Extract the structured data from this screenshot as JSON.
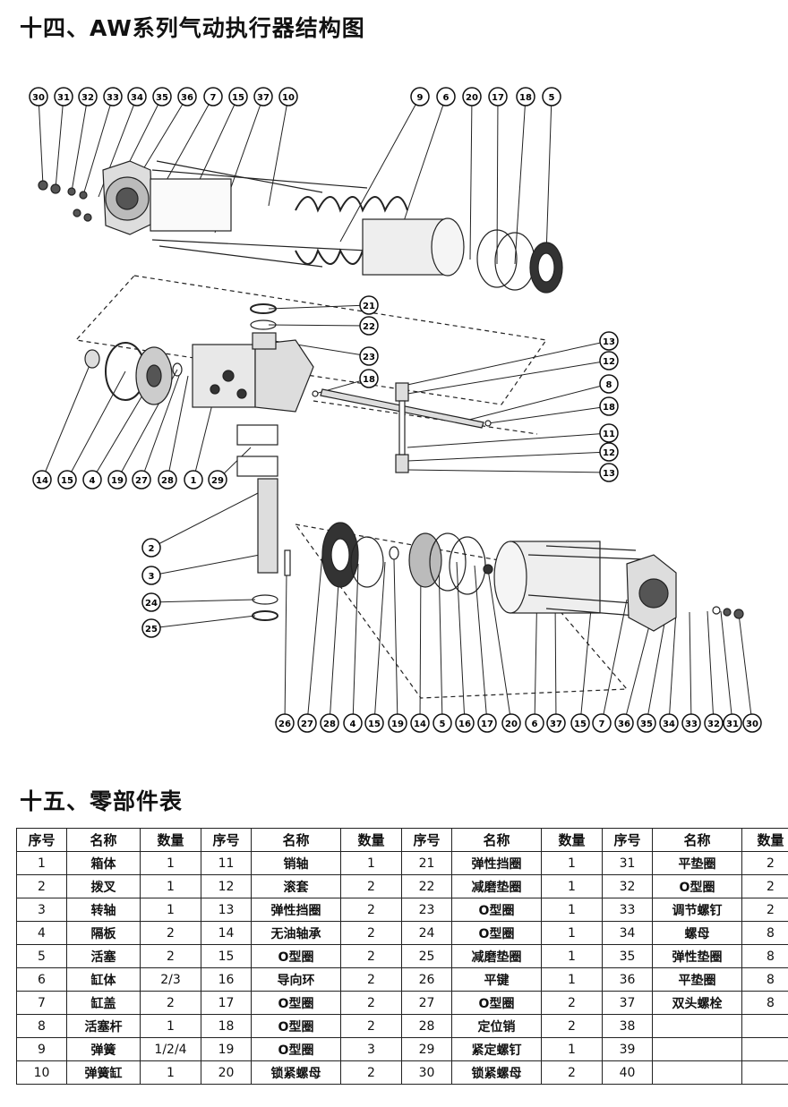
{
  "section14_title": "十四、AW系列气动执行器结构图",
  "section15_title": "十五、零部件表",
  "diagram": {
    "callouts_top": [
      "30",
      "31",
      "32",
      "33",
      "34",
      "35",
      "36",
      "7",
      "15",
      "37",
      "10",
      "9",
      "6",
      "20",
      "17",
      "18",
      "5"
    ],
    "callouts_right": [
      "21",
      "22",
      "23",
      "18",
      "13",
      "12",
      "8",
      "18",
      "11",
      "12",
      "13"
    ],
    "callouts_left_bottom": [
      "14",
      "15",
      "4",
      "19",
      "27",
      "28",
      "1",
      "29"
    ],
    "callouts_left_column": [
      "2",
      "3",
      "24",
      "25"
    ],
    "callouts_bottom": [
      "26",
      "27",
      "28",
      "4",
      "15",
      "19",
      "14",
      "5",
      "16",
      "17",
      "20",
      "6",
      "37",
      "15",
      "7",
      "36",
      "35",
      "34",
      "33",
      "32",
      "31",
      "30"
    ]
  },
  "parts_table": {
    "headers": [
      "序号",
      "名称",
      "数量",
      "序号",
      "名称",
      "数量",
      "序号",
      "名称",
      "数量",
      "序号",
      "名称",
      "数量"
    ],
    "rows": [
      [
        "1",
        "箱体",
        "1",
        "11",
        "销轴",
        "1",
        "21",
        "弹性挡圈",
        "1",
        "31",
        "平垫圈",
        "2"
      ],
      [
        "2",
        "拨叉",
        "1",
        "12",
        "滚套",
        "2",
        "22",
        "减磨垫圈",
        "1",
        "32",
        "O型圈",
        "2"
      ],
      [
        "3",
        "转轴",
        "1",
        "13",
        "弹性挡圈",
        "2",
        "23",
        "O型圈",
        "1",
        "33",
        "调节螺钉",
        "2"
      ],
      [
        "4",
        "隔板",
        "2",
        "14",
        "无油轴承",
        "2",
        "24",
        "O型圈",
        "1",
        "34",
        "螺母",
        "8"
      ],
      [
        "5",
        "活塞",
        "2",
        "15",
        "O型圈",
        "2",
        "25",
        "减磨垫圈",
        "1",
        "35",
        "弹性垫圈",
        "8"
      ],
      [
        "6",
        "缸体",
        "2/3",
        "16",
        "导向环",
        "2",
        "26",
        "平键",
        "1",
        "36",
        "平垫圈",
        "8"
      ],
      [
        "7",
        "缸盖",
        "2",
        "17",
        "O型圈",
        "2",
        "27",
        "O型圈",
        "2",
        "37",
        "双头螺栓",
        "8"
      ],
      [
        "8",
        "活塞杆",
        "1",
        "18",
        "O型圈",
        "2",
        "28",
        "定位销",
        "2",
        "38",
        "",
        ""
      ],
      [
        "9",
        "弹簧",
        "1/2/4",
        "19",
        "O型圈",
        "3",
        "29",
        "紧定螺钉",
        "1",
        "39",
        "",
        ""
      ],
      [
        "10",
        "弹簧缸",
        "1",
        "20",
        "锁紧螺母",
        "2",
        "30",
        "锁紧螺母",
        "2",
        "40",
        "",
        ""
      ]
    ]
  }
}
